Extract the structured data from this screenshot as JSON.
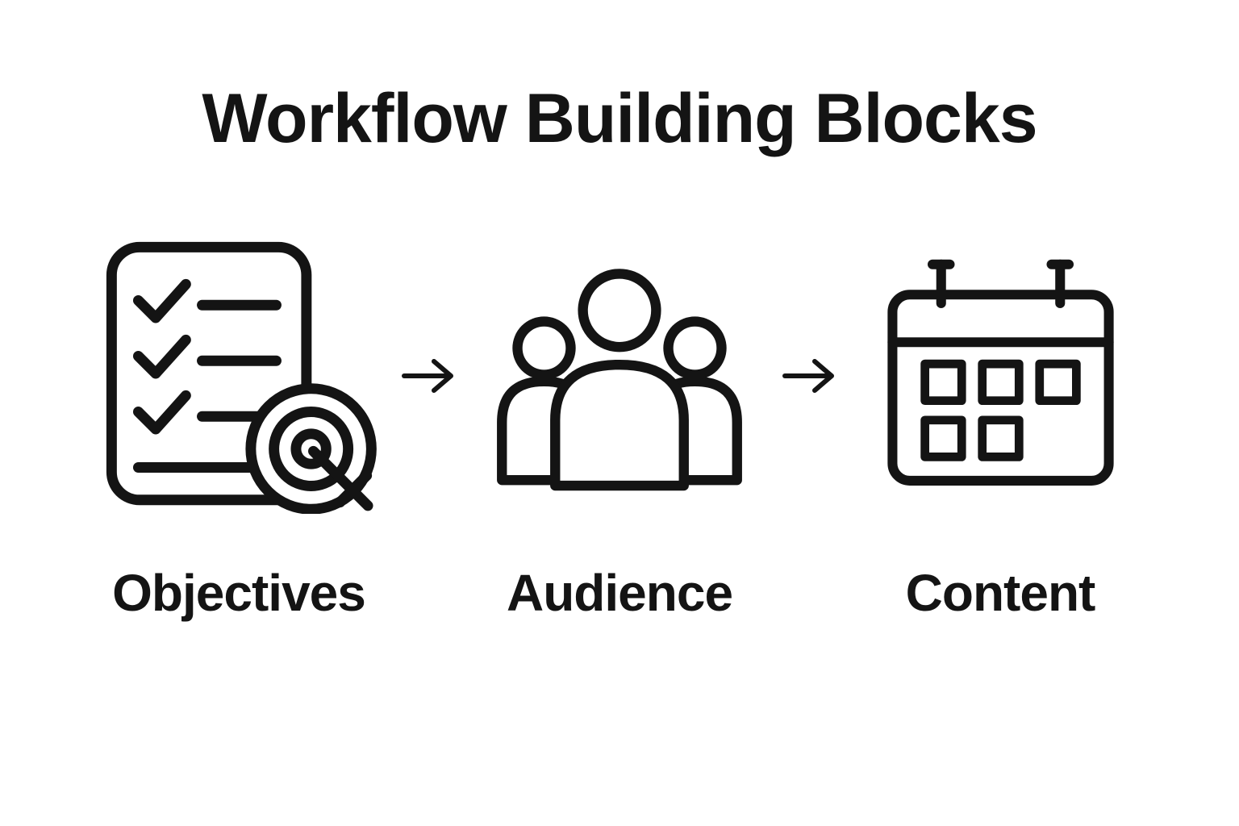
{
  "title": "Workflow Building Blocks",
  "steps": [
    {
      "label": "Objectives",
      "icon": "checklist-target-icon"
    },
    {
      "label": "Audience",
      "icon": "people-group-icon"
    },
    {
      "label": "Content",
      "icon": "calendar-icon"
    }
  ],
  "arrows": [
    {
      "icon": "arrow-right-icon"
    },
    {
      "icon": "arrow-right-icon"
    }
  ],
  "colors": {
    "background": "#ffffff",
    "foreground": "#141414"
  }
}
